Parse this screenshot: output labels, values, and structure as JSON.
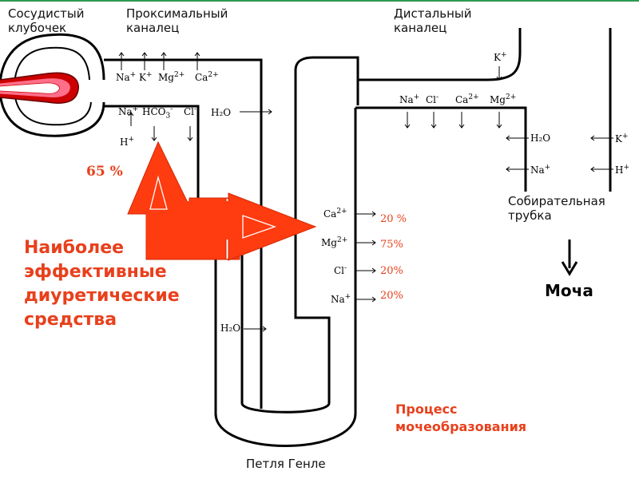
{
  "labels": {
    "glomerulus": "Сосудистый клубочек",
    "proximal": "Проксимальный каналец",
    "distal": "Дистальный каналец",
    "collecting": "Собирательная трубка",
    "loop": "Петля Генле",
    "urine": "Моча"
  },
  "proximal_reabsorption_upper": [
    "Na",
    "K",
    "Mg",
    "Ca"
  ],
  "proximal_reabsorption_lower": [
    "Na",
    "HCO",
    "Cl",
    "H₂O"
  ],
  "proximal_secretion": "H",
  "distal_top_ion": "K",
  "distal_reabsorption": [
    "Na",
    "Cl",
    "Ca",
    "Mg"
  ],
  "distal_side": [
    "H₂O",
    "Na"
  ],
  "collecting_side": [
    "K",
    "H"
  ],
  "loop_ions": [
    "Ca",
    "Mg",
    "Cl",
    "Na"
  ],
  "loop_percentages": [
    "20 %",
    "75%",
    "20%",
    "20%"
  ],
  "loop_water": "H₂O",
  "proximal_percentage": "65 %",
  "diuretic_text": "Наиболее эффективные диуретические средства",
  "process_text": "Процесс мочеобразования",
  "colors": {
    "accent": "#ff3b10",
    "text_red": "#e8401c",
    "line": "#000000",
    "vessel": "#cc0000"
  }
}
